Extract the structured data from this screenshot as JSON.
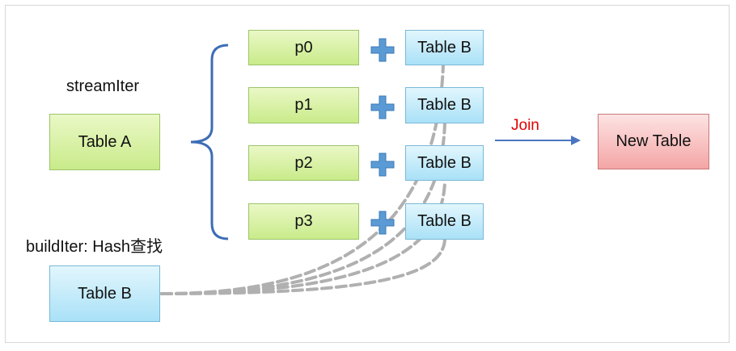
{
  "labels": {
    "stream_iter": "streamIter",
    "build_iter": "buildIter: Hash查找",
    "join": "Join"
  },
  "boxes": {
    "table_a": "Table A",
    "table_b_build": "Table B",
    "new_table": "New Table",
    "partitions": [
      "p0",
      "p1",
      "p2",
      "p3"
    ],
    "table_b_pairs": [
      "Table B",
      "Table B",
      "Table B",
      "Table B"
    ]
  },
  "colors": {
    "green_box": "#c9eb8a",
    "blue_box": "#a9e1f7",
    "red_box": "#f4a5a5",
    "bracket": "#3d6db5",
    "plus": "#5b9bd5",
    "join_arrow": "#4a76c0",
    "join_text": "#e00000",
    "dashed": "#b0b0b0"
  },
  "icons": {
    "plus": "plus-icon",
    "bracket": "curly-brace"
  }
}
